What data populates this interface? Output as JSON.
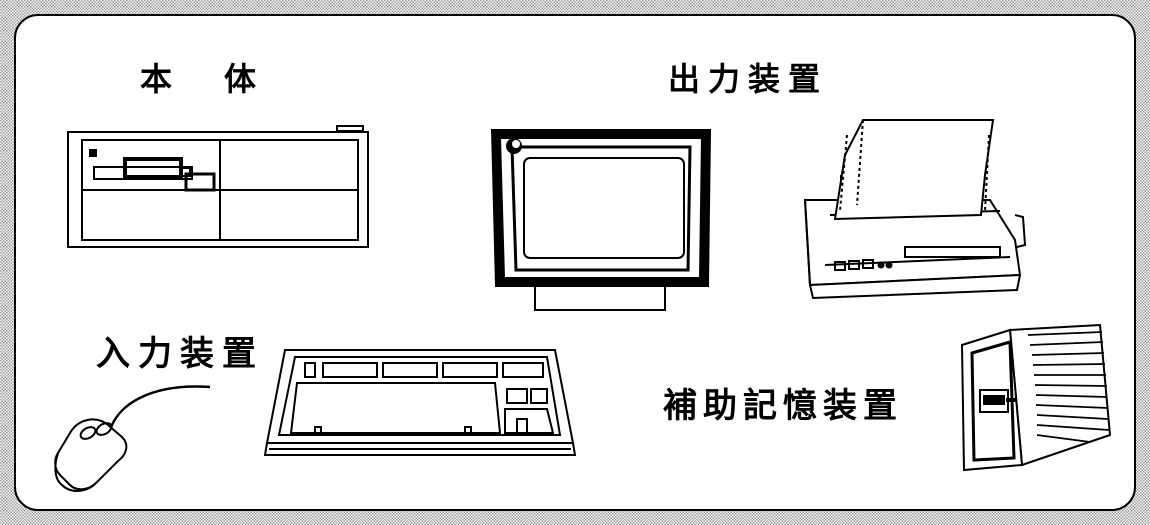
{
  "labels": {
    "main_unit": "本　体",
    "output_devices": "出力装置",
    "input_devices": "入力装置",
    "auxiliary_storage": "補助記憶装置"
  },
  "colors": {
    "ink": "#000000",
    "paper": "#ffffff",
    "border_pattern": "#9a9a9a"
  },
  "devices": [
    "computer-unit",
    "crt-monitor",
    "dot-matrix-printer",
    "mouse",
    "keyboard",
    "floppy-disk-drive"
  ]
}
